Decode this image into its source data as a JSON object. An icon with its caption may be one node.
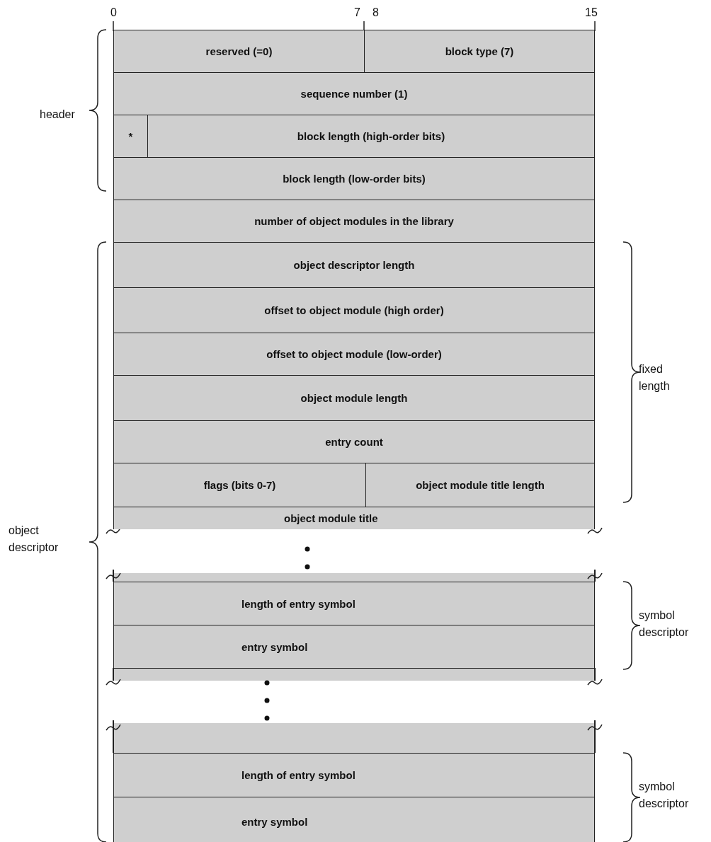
{
  "diagram": {
    "nodes": [
      {
        "text": [
          "reserved (=0)"
        ]
      },
      {
        "text": [
          "block type (7)"
        ]
      },
      {
        "text": [
          "sequence number (1)"
        ]
      },
      {
        "text": [
          "*"
        ]
      },
      {
        "text": [
          "block length (high-order bits)"
        ]
      },
      {
        "text": [
          "block length (low-order bits)"
        ]
      },
      {
        "text": [
          "number of object modules in the library"
        ]
      },
      {
        "text": [
          "object descriptor length"
        ]
      },
      {
        "text": [
          "offset to object module (high order)"
        ]
      },
      {
        "text": [
          "offset to object module (low-order)"
        ]
      },
      {
        "text": [
          "object module length"
        ]
      },
      {
        "text": [
          "entry count"
        ]
      },
      {
        "text": [
          "flags (bits 0-7)"
        ]
      },
      {
        "text": [
          "object module title length"
        ]
      },
      {
        "text": [
          "object module title"
        ]
      },
      {
        "text": [
          "length of entry symbol"
        ]
      },
      {
        "text": [
          "entry symbol"
        ]
      },
      {
        "text": [
          "length of entry symbol"
        ]
      },
      {
        "text": [
          "entry symbol"
        ]
      }
    ],
    "labels": [
      "0",
      "7",
      "8",
      "15",
      "header",
      "fixed length",
      "object descriptor",
      "symbol descriptor",
      "symbol descriptor"
    ]
  }
}
